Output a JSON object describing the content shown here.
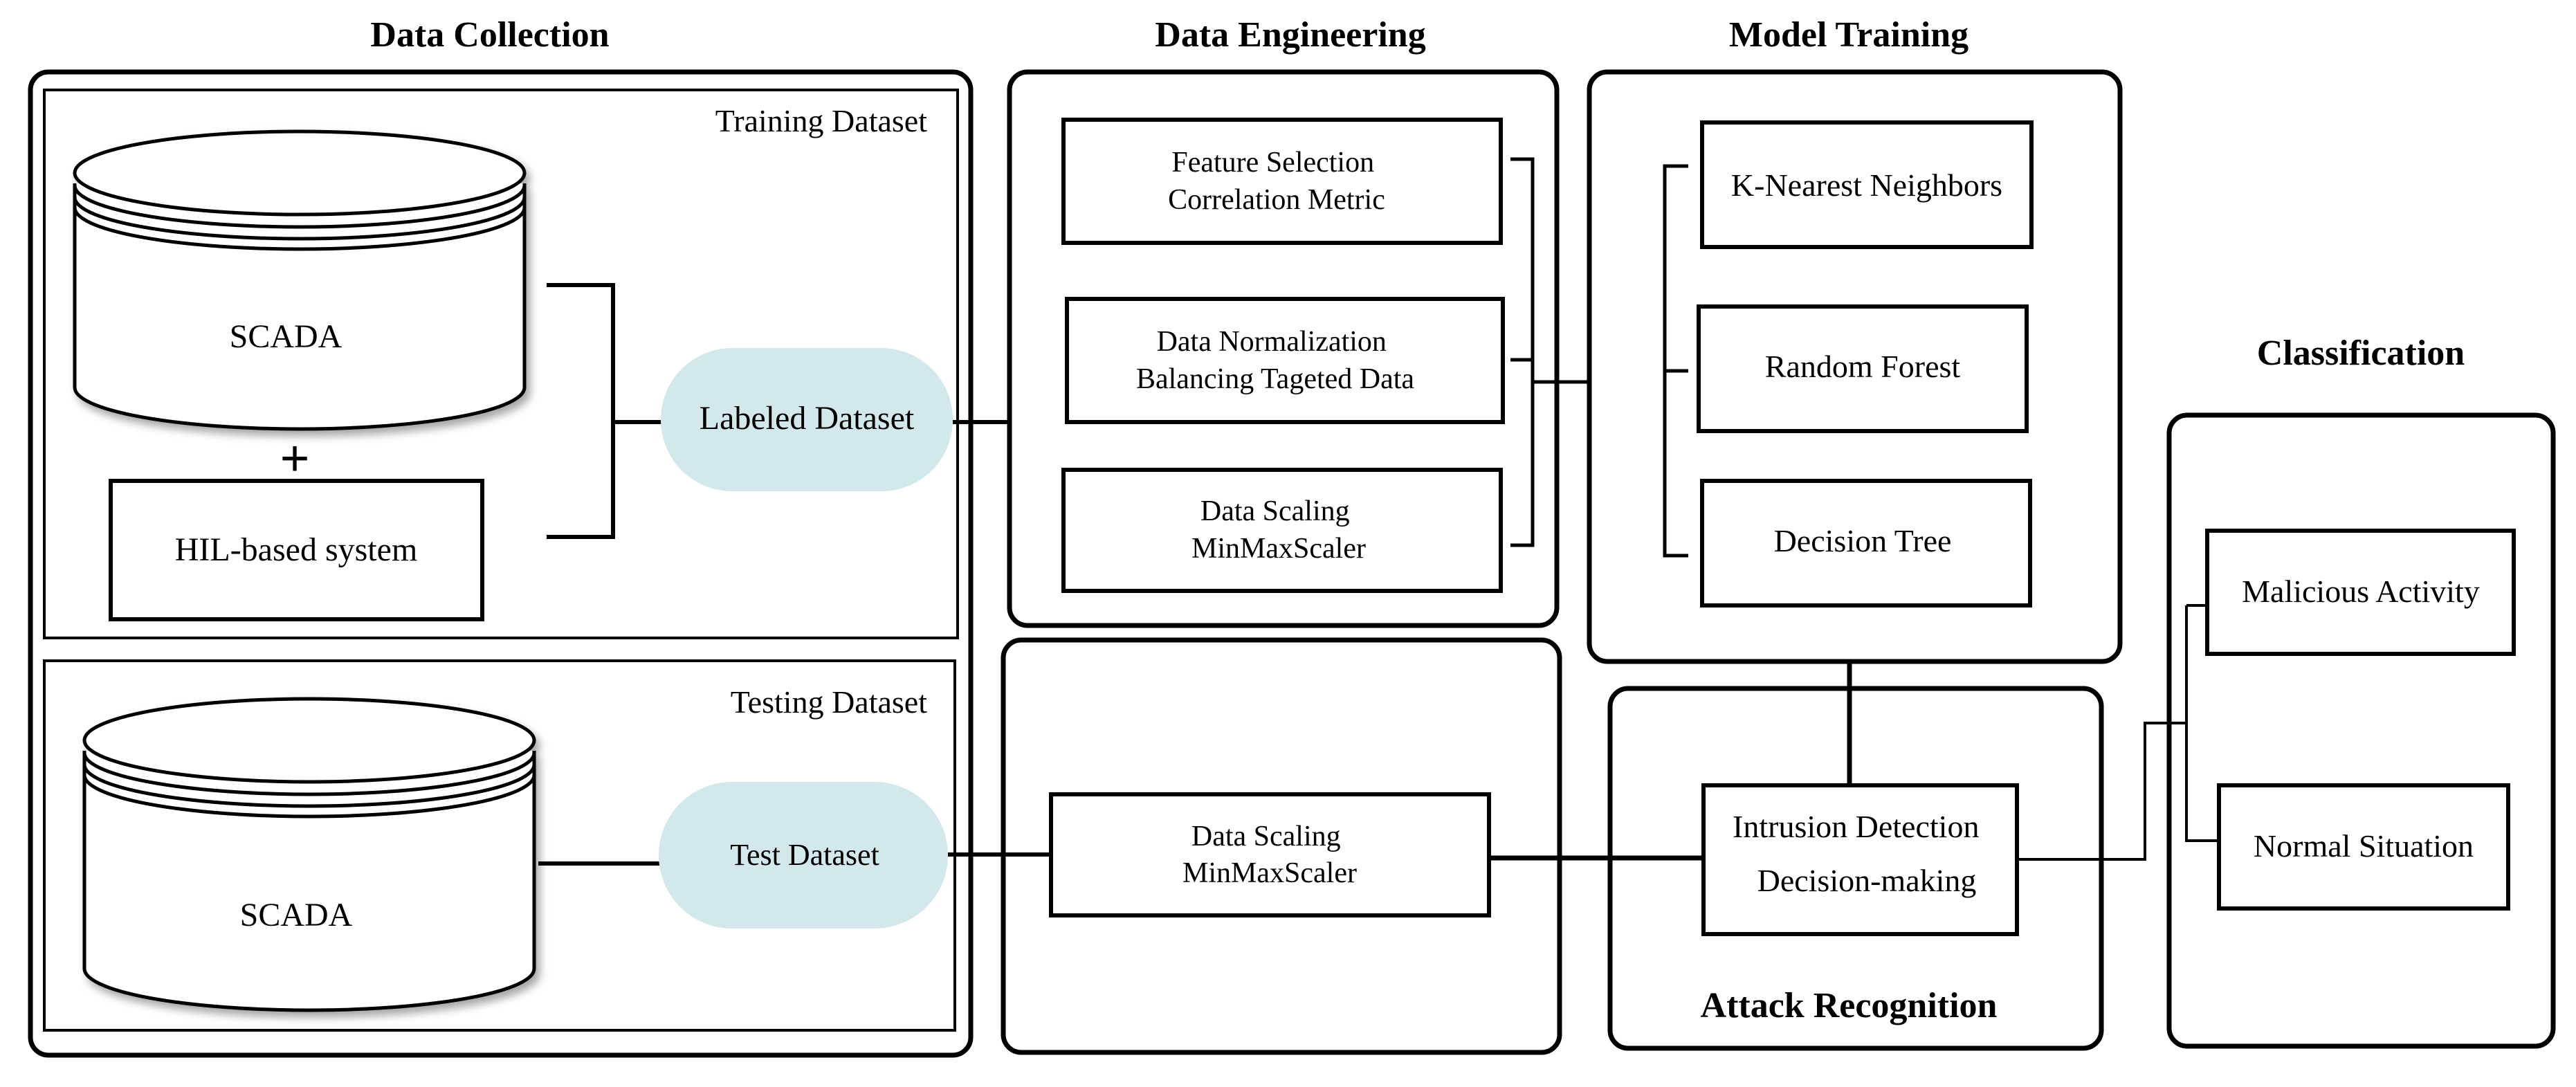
{
  "sections": {
    "data_collection": "Data Collection",
    "data_engineering": "Data Engineering",
    "model_training": "Model Training",
    "classification": "Classification",
    "attack_recognition": "Attack Recognition"
  },
  "data_collection": {
    "training_label": "Training Dataset",
    "testing_label": "Testing Dataset",
    "scada_train": "SCADA",
    "plus": "+",
    "hil": "HIL-based system",
    "labeled_dataset": "Labeled Dataset",
    "scada_test": "SCADA",
    "test_dataset": "Test Dataset"
  },
  "data_engineering": {
    "feature_selection": [
      "Feature Selection",
      "Correlation Metric"
    ],
    "normalization": [
      "Data Normalization",
      "Balancing Tageted Data"
    ],
    "scaling_train": [
      "Data Scaling",
      "MinMaxScaler"
    ],
    "scaling_test": [
      "Data Scaling",
      "MinMaxScaler"
    ]
  },
  "model_training": {
    "knn": "K-Nearest Neighbors",
    "rf": "Random Forest",
    "dt": "Decision Tree"
  },
  "attack_recognition": {
    "box": [
      "Intrusion Detection",
      "Decision-making"
    ]
  },
  "classification": {
    "malicious": "Malicious Activity",
    "normal": "Normal Situation"
  },
  "colors": {
    "stroke": "#000000",
    "pill_fill": "#d3e8eb",
    "background": "#ffffff"
  }
}
